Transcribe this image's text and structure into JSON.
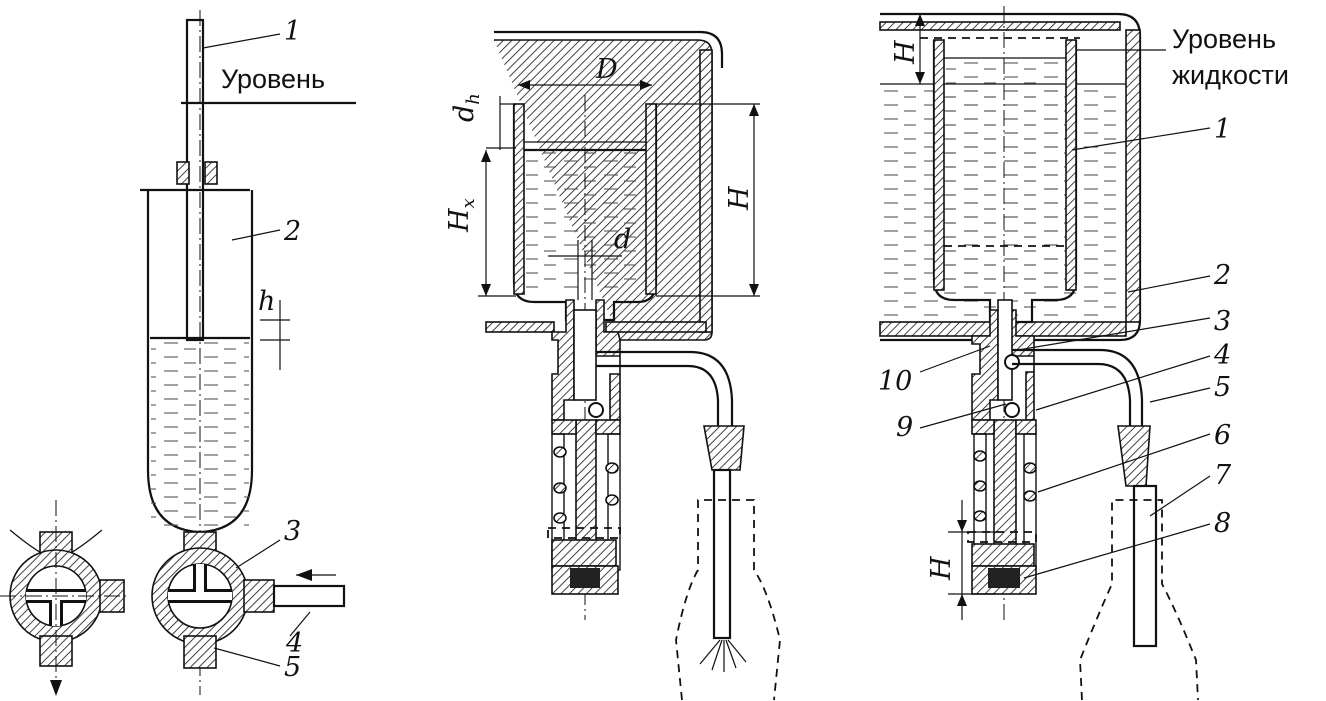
{
  "left_figure": {
    "callouts": [
      "1",
      "2",
      "3",
      "4",
      "5"
    ],
    "level_label": "Уровень",
    "dim_h": "h"
  },
  "middle_figure": {
    "dim_D": "D",
    "dim_dh": "d",
    "dim_dh_sub": "h",
    "dim_Hx": "H",
    "dim_Hx_sub": "x",
    "dim_H": "H",
    "dim_d": "d"
  },
  "right_figure": {
    "level_line1": "Уровень",
    "level_line2": "жидкости",
    "dim_H_top": "H",
    "dim_H_bottom": "H",
    "callouts": [
      "1",
      "2",
      "3",
      "4",
      "5",
      "6",
      "7",
      "8",
      "9",
      "10"
    ]
  }
}
